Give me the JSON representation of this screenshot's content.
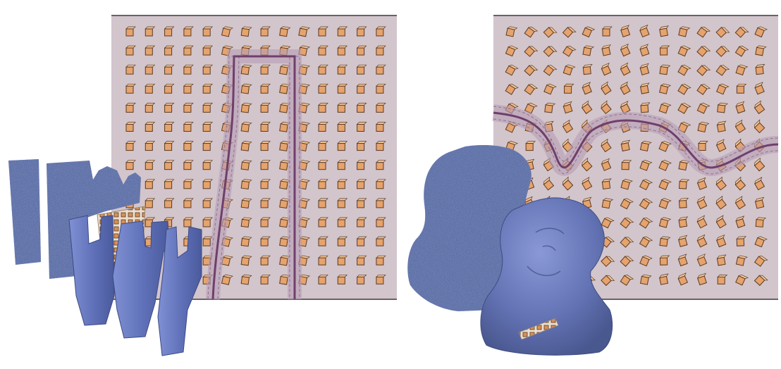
{
  "figure": {
    "background_color": "#ffffff",
    "plane_color": "#d2c5cc",
    "plane_edge_color": "#3a3a3a",
    "cube_color": "#e6a36d",
    "cube_edge_color": "#5a3a22",
    "curve_color": "#6f3f6b",
    "curve_band_color": "#b79cb4",
    "mesh_color": "#6d7fc4",
    "pointcloud_color": "#5c6ea8",
    "grid_rows": 14,
    "grid_cols": 14,
    "panels": [
      {
        "name": "left-panel",
        "curve": "vertical-loop",
        "objects": [
          "point-cloud-tuning-fork",
          "mesh-tuning-fork",
          "cube-sheet"
        ]
      },
      {
        "name": "right-panel",
        "curve": "wavy-horizontal",
        "objects": [
          "point-cloud-bust",
          "mesh-bust",
          "cube-strip"
        ]
      }
    ]
  }
}
